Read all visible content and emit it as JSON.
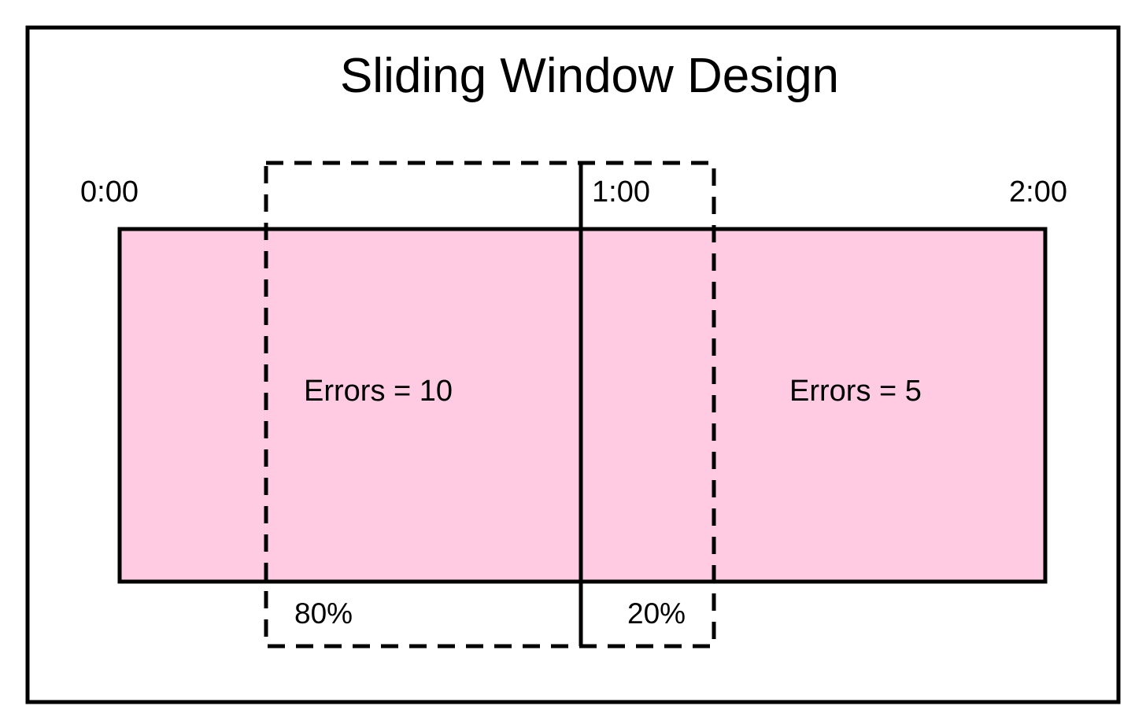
{
  "title": "Sliding Window Design",
  "colors": {
    "window_fill": "#fecbe3",
    "stroke": "#000000",
    "background": "#ffffff"
  },
  "time_labels": {
    "start": "0:00",
    "middle": "1:00",
    "end": "2:00"
  },
  "windows": [
    {
      "label": "Errors = 10"
    },
    {
      "label": "Errors = 5"
    }
  ],
  "sliding_window": {
    "previous_share_label": "80%",
    "current_share_label": "20%"
  }
}
